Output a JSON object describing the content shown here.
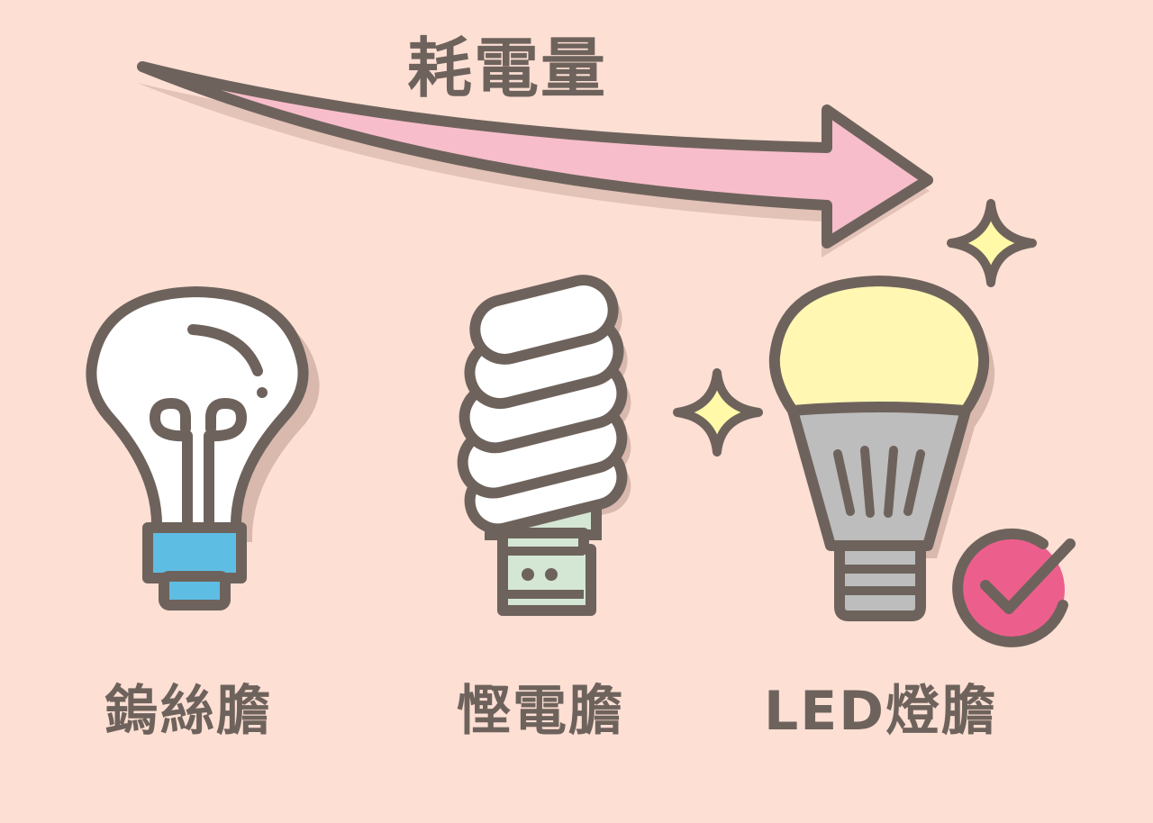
{
  "title": "耗電量",
  "bulbs": [
    {
      "label": "鎢絲膽"
    },
    {
      "label": "慳電膽"
    },
    {
      "label": "LED燈膽"
    }
  ],
  "icons": {
    "arrow": "arrow-right-icon",
    "sparkles": "sparkle-icon",
    "check": "check-circle-icon"
  },
  "colors": {
    "background": "#fddfd4",
    "outline": "#6e635c",
    "arrow_fill": "#f7bdca",
    "shadow": "#d9b8ad",
    "tungsten_base": "#5ebde2",
    "cfl_base": "#d4e6d4",
    "led_glow": "#fff7b2",
    "led_body": "#bdbdbd",
    "check_badge": "#ec5f8c",
    "sparkle_fill": "#fff9a8"
  }
}
